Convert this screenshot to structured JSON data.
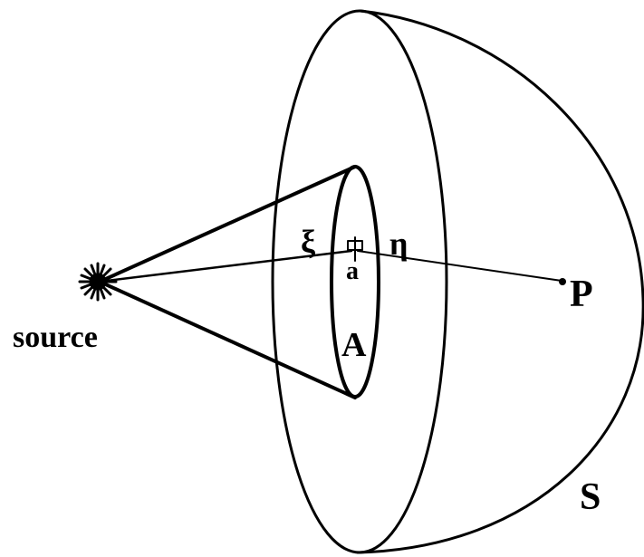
{
  "labels": {
    "source": "source",
    "P": "P",
    "S": "S",
    "A": "A",
    "a": "a",
    "xi": "ξ",
    "eta": "η"
  },
  "colors": {
    "ink": "#000000",
    "background": "#ffffff"
  }
}
